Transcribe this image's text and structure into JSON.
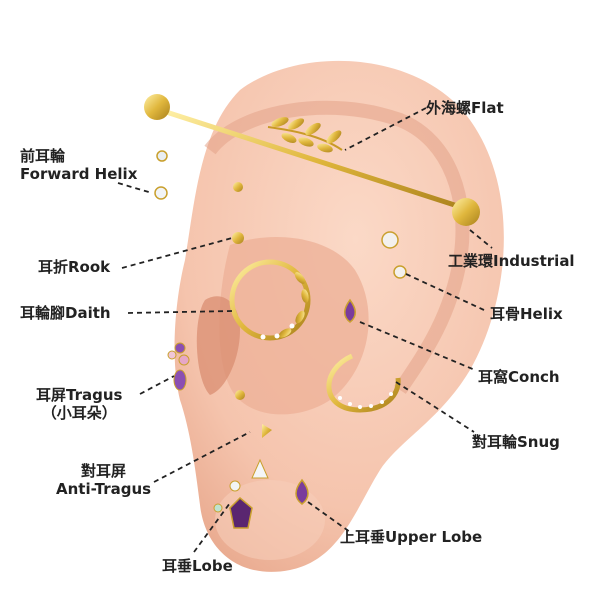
{
  "labels": {
    "forward_helix_zh": "前耳輪",
    "forward_helix_en": "Forward Helix",
    "rook": "耳折Rook",
    "daith": "耳輪腳Daith",
    "tragus": "耳屏Tragus",
    "tragus_alt": "（小耳朵）",
    "anti_tragus_zh": "對耳屏",
    "anti_tragus_en": "Anti-Tragus",
    "lobe": "耳垂Lobe",
    "flat": "外海螺Flat",
    "industrial": "工業環Industrial",
    "helix": "耳骨Helix",
    "conch": "耳窩Conch",
    "snug": "對耳輪Snug",
    "upper_lobe": "上耳垂Upper Lobe"
  },
  "colors": {
    "skin": "#f5c4ad",
    "skin_shadow": "#e8a68b",
    "gold": "#e0b73d",
    "amethyst": "#7a3c9c",
    "line": "#222222"
  }
}
